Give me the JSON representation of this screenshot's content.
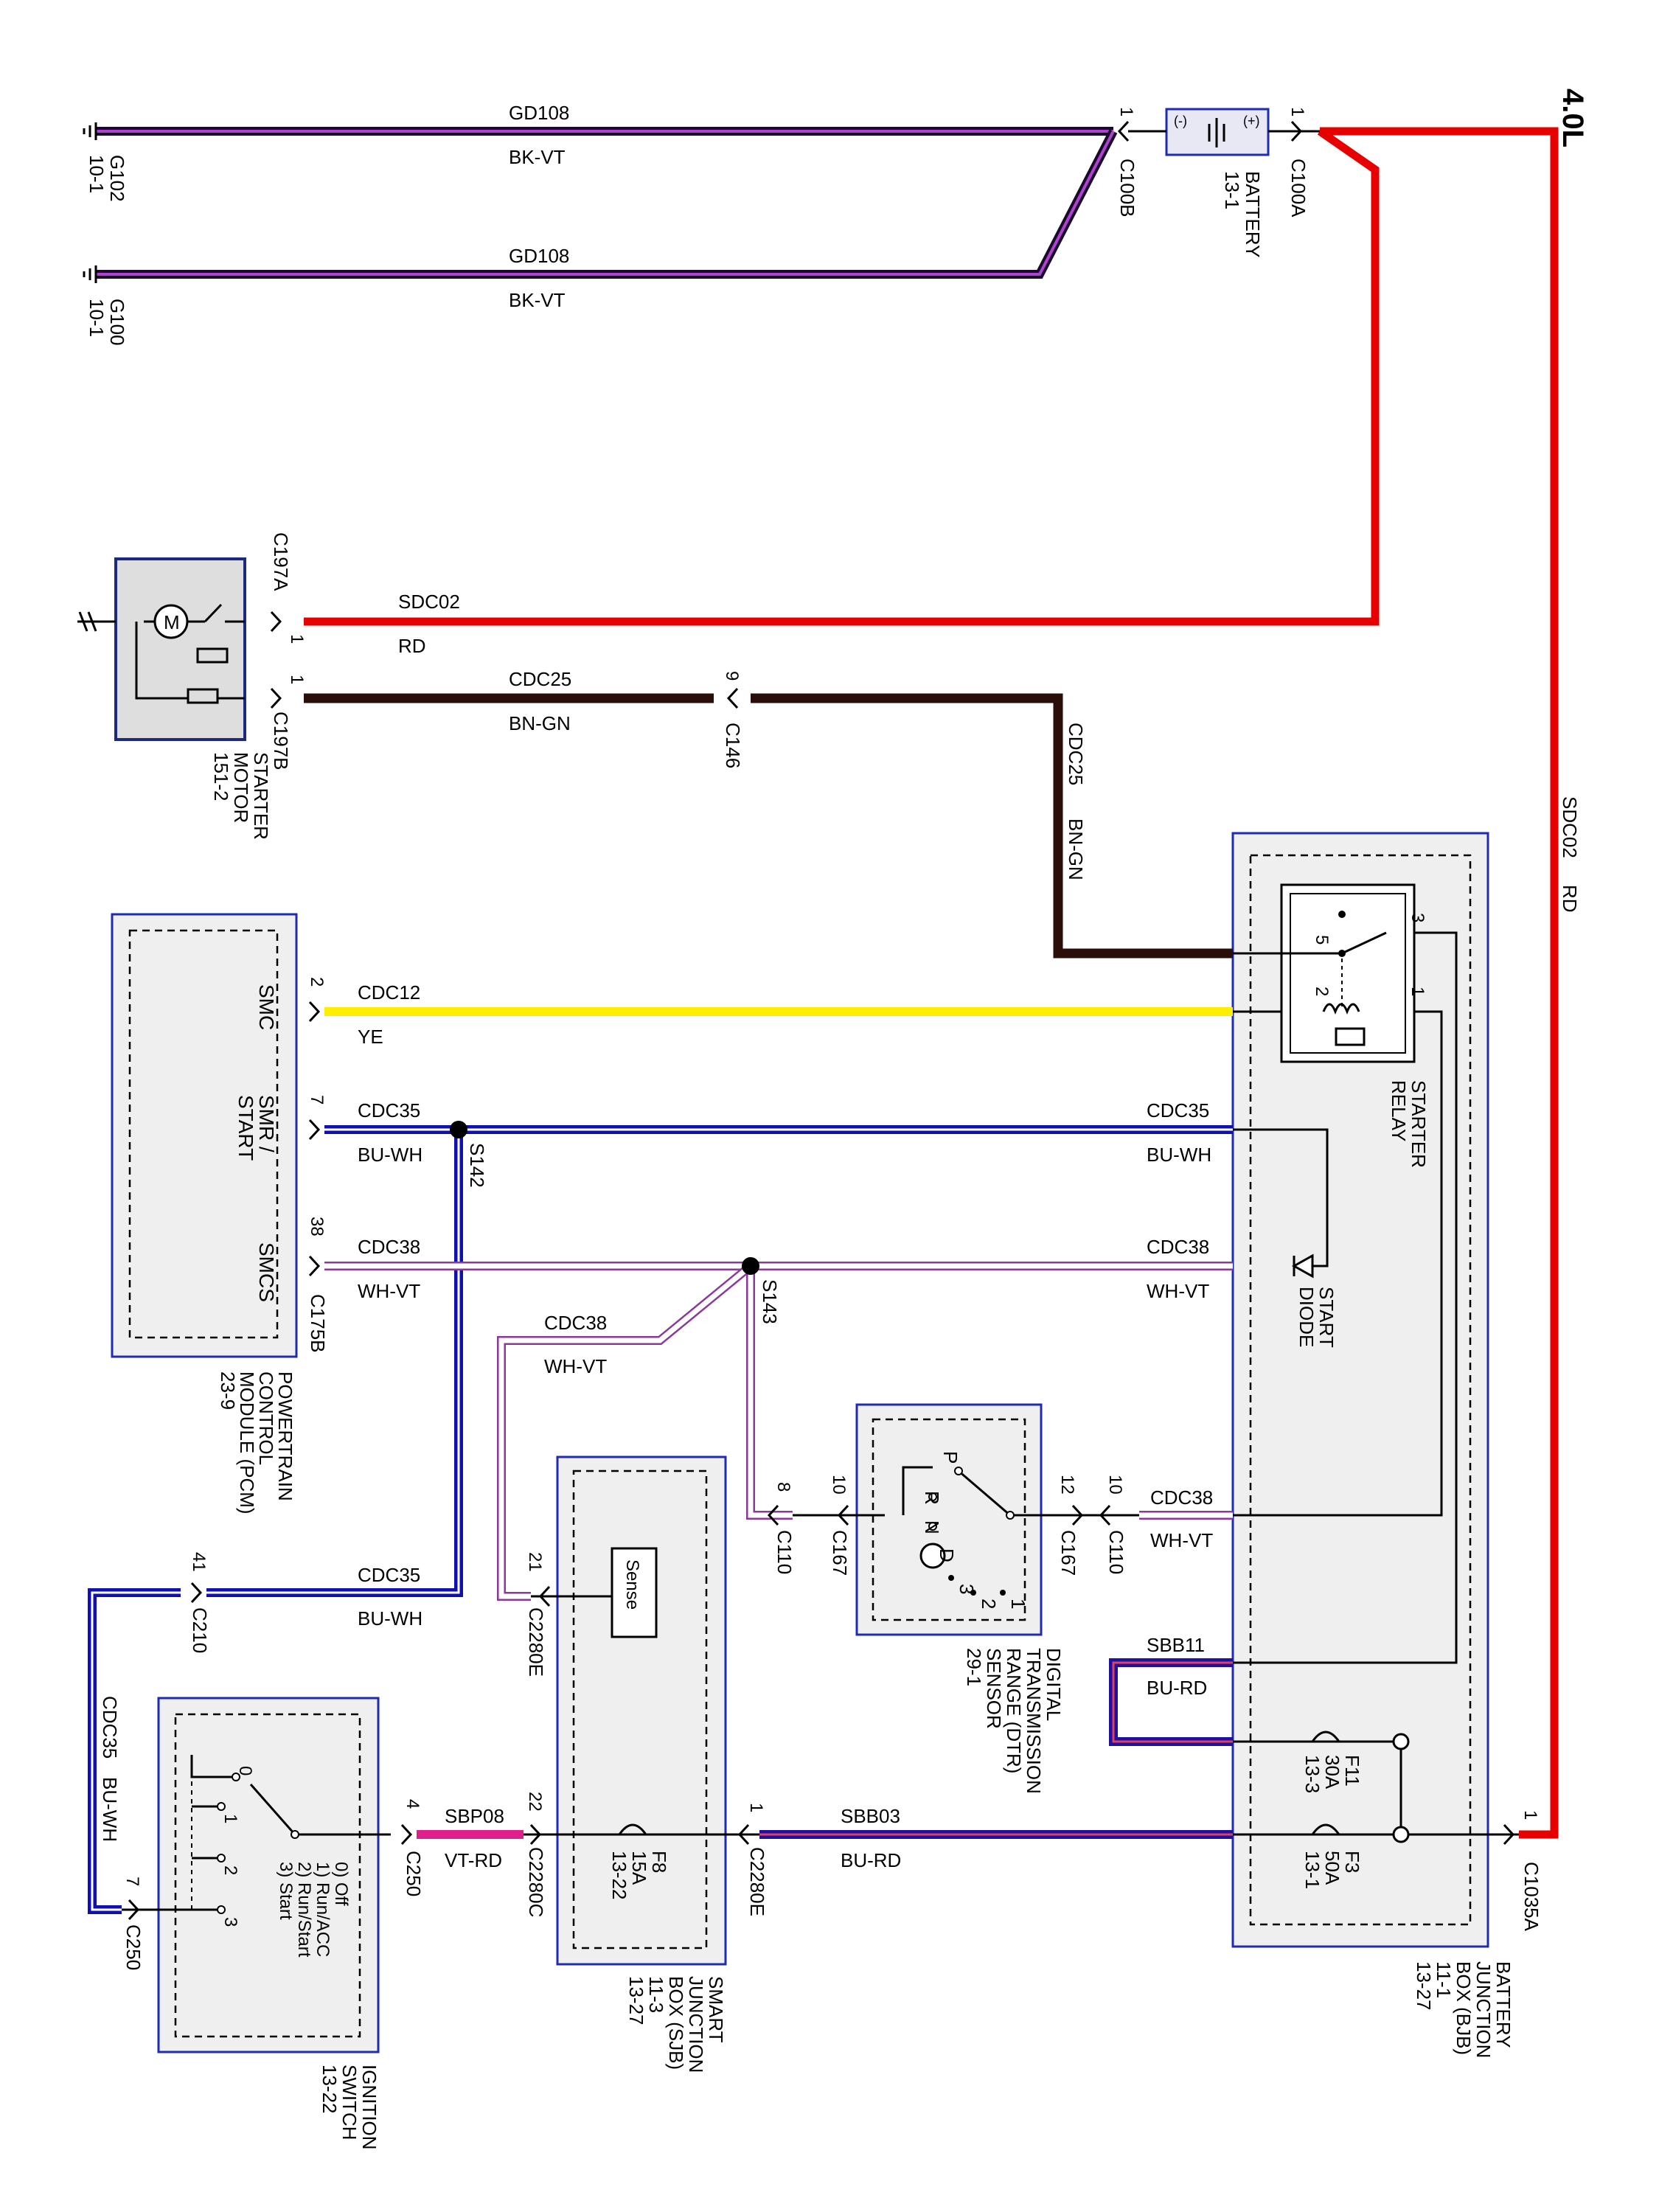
{
  "title": "4.0L",
  "wires": {
    "gd108_top": {
      "circuit": "GD108",
      "color": "BK-VT"
    },
    "gd108_bot": {
      "circuit": "GD108",
      "color": "BK-VT"
    },
    "sdc02_h": {
      "circuit": "SDC02",
      "color": "RD"
    },
    "sdc02_v": {
      "circuit": "SDC02",
      "color": "RD"
    },
    "cdc25_h": {
      "circuit": "CDC25",
      "color": "BN-GN"
    },
    "cdc25_v": {
      "circuit": "CDC25",
      "color": "BN-GN"
    },
    "cdc12": {
      "circuit": "CDC12",
      "color": "YE"
    },
    "cdc35_l": {
      "circuit": "CDC35",
      "color": "BU-WH"
    },
    "cdc35_r": {
      "circuit": "CDC35",
      "color": "BU-WH"
    },
    "cdc38_l": {
      "circuit": "CDC38",
      "color": "WH-VT"
    },
    "cdc38_r": {
      "circuit": "CDC38",
      "color": "WH-VT"
    },
    "cdc38_sjb": {
      "circuit": "CDC38",
      "color": "WH-VT"
    },
    "cdc38_dtr": {
      "circuit": "CDC38",
      "color": "WH-VT"
    },
    "cdc35_c210": {
      "circuit": "CDC35",
      "color": "BU-WH"
    },
    "cdc35_ign": {
      "circuit": "CDC35",
      "color": "BU-WH"
    },
    "sbb11": {
      "circuit": "SBB11",
      "color": "BU-RD"
    },
    "sbb03": {
      "circuit": "SBB03",
      "color": "BU-RD"
    },
    "sbp08": {
      "circuit": "SBP08",
      "color": "VT-RD"
    }
  },
  "grounds": {
    "g102": {
      "id": "G102",
      "ref": "10-1"
    },
    "g100": {
      "id": "G100",
      "ref": "10-1"
    }
  },
  "battery": {
    "name": "BATTERY",
    "ref": "13-1",
    "minus": "(-)",
    "plus": "(+)",
    "c_neg": "C100B",
    "c_pos": "C100A",
    "pin_neg": "1",
    "pin_pos": "1"
  },
  "starter_motor": {
    "line1": "STARTER",
    "line2": "MOTOR",
    "ref": "151-2",
    "c_a": "C197A",
    "c_b": "C197B",
    "pin_a": "1",
    "pin_b": "1",
    "motor_symbol": "M"
  },
  "c146": {
    "id": "C146",
    "pin": "9"
  },
  "pcm": {
    "line1": "POWERTRAIN",
    "line2": "CONTROL",
    "line3": "MODULE (PCM)",
    "ref": "23-9",
    "connector": "C175B",
    "smc": "SMC",
    "smr1": "SMR /",
    "smr2": "START",
    "smcs": "SMCS",
    "pin_smc": "2",
    "pin_smr": "7",
    "pin_smcs": "38"
  },
  "splices": {
    "s142": "S142",
    "s143": "S143"
  },
  "bjb": {
    "line1": "BATTERY",
    "line2": "JUNCTION",
    "line3": "BOX (BJB)",
    "ref1": "11-1",
    "ref2": "13-27",
    "connector": "C1035A",
    "pin": "1"
  },
  "starter_relay": {
    "line1": "STARTER",
    "line2": "RELAY",
    "pin1": "1",
    "pin2": "2",
    "pin3": "3",
    "pin5": "5"
  },
  "start_diode": {
    "line1": "START",
    "line2": "DIODE"
  },
  "fuse_f11": {
    "name": "F11",
    "rating": "30A",
    "ref": "13-3"
  },
  "fuse_f3": {
    "name": "F3",
    "rating": "50A",
    "ref": "13-1"
  },
  "dtr": {
    "line1": "DIGITAL",
    "line2": "TRANSMISSION",
    "line3": "RANGE (DTR)",
    "line4": "SENSOR",
    "ref": "29-1",
    "c167_l": "C167",
    "c167_r": "C167",
    "c110_l": "C110",
    "c110_r": "C110",
    "pin_c110_l": "8",
    "pin_c167_l": "10",
    "pin_c167_r": "12",
    "pin_c110_r": "10",
    "p": "P",
    "r": "R",
    "n": "N",
    "d": "D",
    "g3": "3",
    "g2": "2",
    "g1": "1"
  },
  "sjb": {
    "line1": "SMART",
    "line2": "JUNCTION",
    "line3": "BOX (SJB)",
    "ref1": "11-3",
    "ref2": "13-27",
    "sense": "Sense",
    "c2280e_top": "C2280E",
    "pin_21": "21",
    "c2280c": "C2280C",
    "pin_22": "22",
    "c2280e_bot": "C2280E",
    "pin_1": "1",
    "fuse_name": "F8",
    "fuse_rating": "15A",
    "fuse_ref": "13-22"
  },
  "c210": {
    "id": "C210",
    "pin": "41"
  },
  "ignition": {
    "line1": "IGNITION",
    "line2": "SWITCH",
    "ref": "13-22",
    "c250_a": "C250",
    "c250_b": "C250",
    "pin_4": "4",
    "pin_7": "7",
    "pos0": "0) Off",
    "pos1": "1) Run/ACC",
    "pos2": "2) Run/Start",
    "pos3": "3) Start",
    "c0": "0",
    "c1": "1",
    "c2": "2",
    "c3": "3"
  }
}
